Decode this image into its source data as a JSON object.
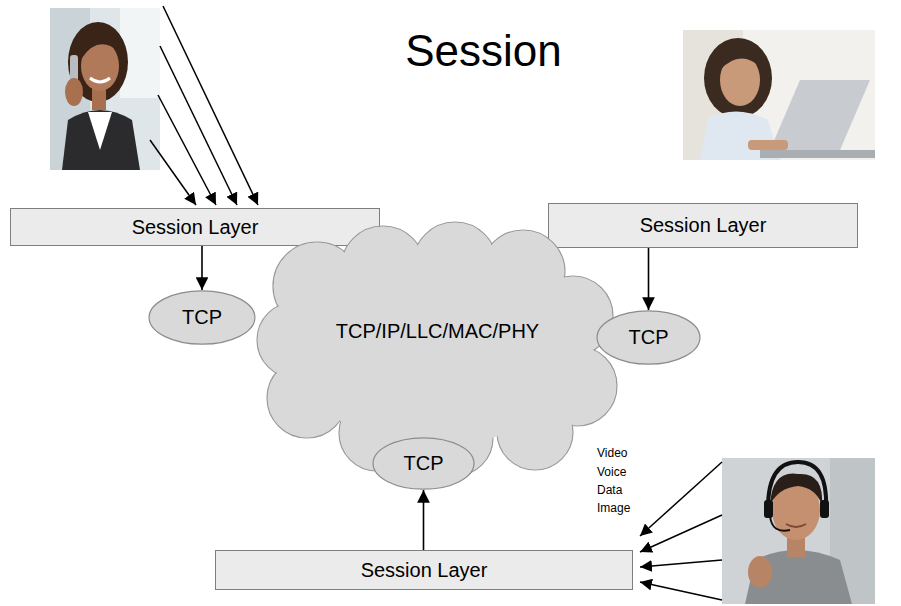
{
  "diagram": {
    "title": "Session",
    "nodes": [
      {
        "text": [
          "Session Layer"
        ]
      },
      {
        "text": [
          "Session Layer"
        ]
      },
      {
        "text": [
          "TCP"
        ]
      },
      {
        "text": [
          "TCP/IP/LLC/MAC/PHY"
        ]
      },
      {
        "text": [
          "TCP"
        ]
      },
      {
        "text": [
          "TCP"
        ]
      },
      {
        "text": [
          "Session Layer"
        ]
      }
    ],
    "edges": [
      {
        "from": 0,
        "to": 2,
        "arrow": "to"
      },
      {
        "from": 1,
        "to": 4,
        "arrow": "to"
      },
      {
        "from": 6,
        "to": 5,
        "arrow": "to"
      }
    ],
    "labels": [
      "Video",
      "Voice",
      "Data",
      "Image"
    ]
  }
}
